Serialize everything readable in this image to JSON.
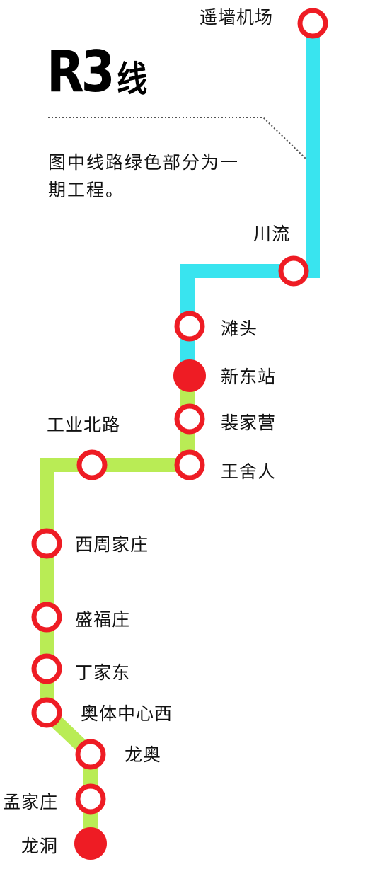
{
  "title": {
    "main": "R3",
    "suffix": "线"
  },
  "note": "图中线路绿色部分为一期工程。",
  "colors": {
    "phase_future": "#39e4ef",
    "phase_one": "#b9ec55",
    "station": "#ee1c24",
    "text": "#111111"
  },
  "stations": [
    {
      "name": "遥墙机场",
      "filled": false
    },
    {
      "name": "川流",
      "filled": false
    },
    {
      "name": "滩头",
      "filled": false
    },
    {
      "name": "新东站",
      "filled": true
    },
    {
      "name": "裴家营",
      "filled": false
    },
    {
      "name": "王舍人",
      "filled": false
    },
    {
      "name": "工业北路",
      "filled": false
    },
    {
      "name": "西周家庄",
      "filled": false
    },
    {
      "name": "盛福庄",
      "filled": false
    },
    {
      "name": "丁家东",
      "filled": false
    },
    {
      "name": "奥体中心西",
      "filled": false
    },
    {
      "name": "龙奥",
      "filled": false
    },
    {
      "name": "孟家庄",
      "filled": false
    },
    {
      "name": "龙洞",
      "filled": true
    }
  ]
}
